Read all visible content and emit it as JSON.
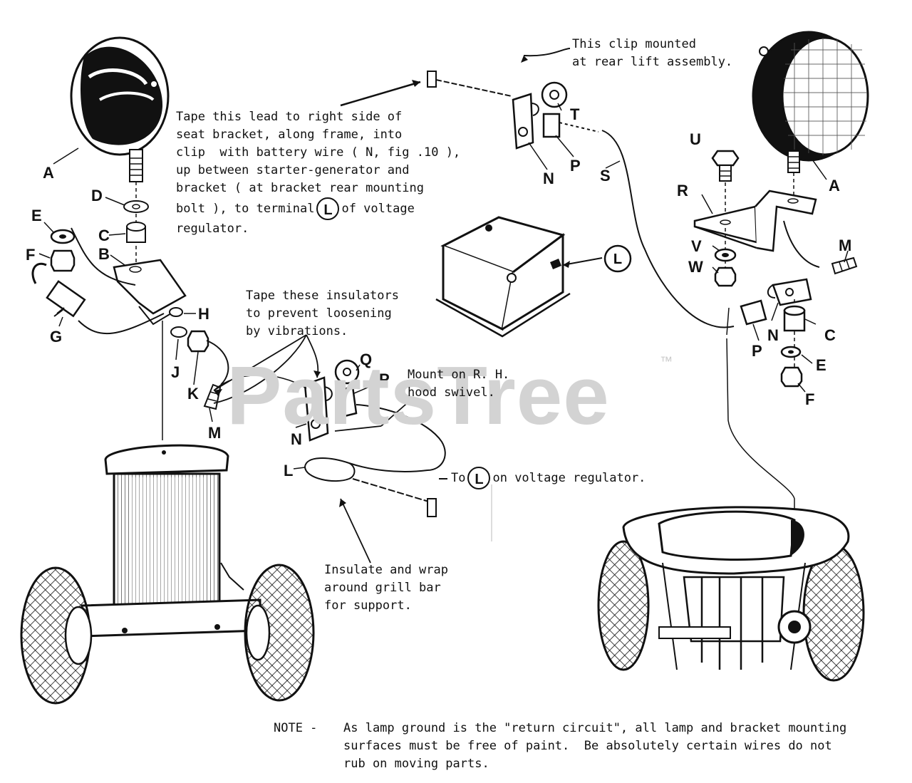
{
  "watermark": "PartsTree",
  "trademark": "™",
  "instructions": {
    "tape_lead": [
      "Tape this lead to right side of",
      "seat bracket, along frame, into",
      "clip  with battery wire ( N, fig .10 ),",
      "up between starter-generator and",
      "bracket ( at bracket rear mounting",
      "bolt ), to terminal",
      "of voltage",
      "regulator."
    ],
    "clip_mounted": [
      "This clip mounted",
      "at rear lift assembly."
    ],
    "tape_insulators": [
      "Tape these insulators",
      "to prevent loosening",
      "by vibrations."
    ],
    "mount_rh": [
      "Mount on R. H.",
      "hood swivel."
    ],
    "to_regulator_prefix": "To",
    "to_regulator_suffix": "on voltage regulator.",
    "insulate_wrap": [
      "Insulate and wrap",
      "around grill bar",
      "for support."
    ]
  },
  "note": {
    "label": "NOTE -",
    "lines": [
      "As lamp ground is the \"return circuit\", all lamp and bracket mounting",
      "surfaces must be free of paint.  Be absolutely certain wires do not",
      "rub on moving parts."
    ]
  },
  "callouts": {
    "terminal_L": "L",
    "left": {
      "A": "A",
      "D": "D",
      "C": "C",
      "B": "B",
      "E": "E",
      "F": "F",
      "G": "G",
      "H": "H",
      "J": "J",
      "K": "K",
      "M": "M"
    },
    "middle": {
      "Q": "Q",
      "P": "P",
      "N": "N",
      "L": "L"
    },
    "top": {
      "T": "T",
      "N": "N",
      "P": "P",
      "S": "S"
    },
    "right": {
      "A": "A",
      "U": "U",
      "R": "R",
      "V": "V",
      "W": "W",
      "M": "M",
      "N": "N",
      "P": "P",
      "C": "C",
      "E": "E",
      "F": "F"
    }
  }
}
